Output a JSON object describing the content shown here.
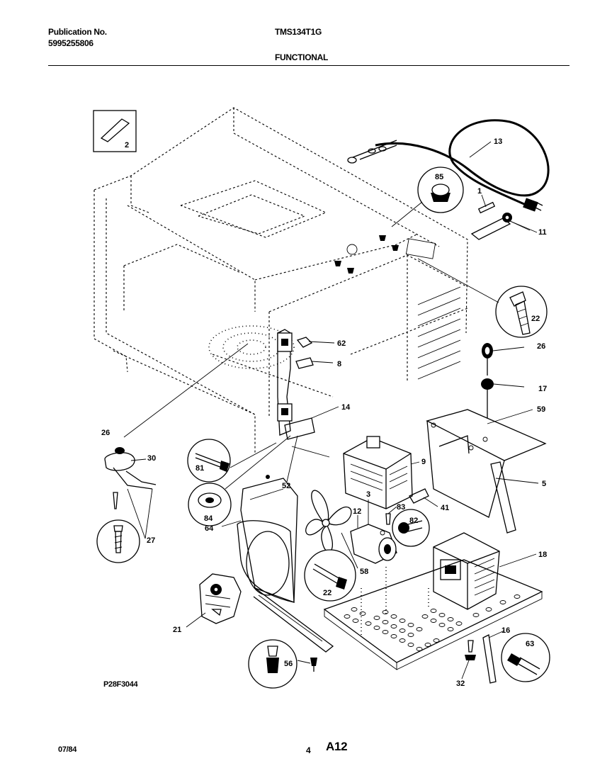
{
  "header": {
    "publication_label": "Publication No.",
    "publication_number": "5995255806",
    "model_number": "TMS134T1G",
    "section_title": "FUNCTIONAL"
  },
  "diagram": {
    "drawing_code": "P28F3044",
    "inset_label": "2",
    "callouts": {
      "c13": "13",
      "c1": "1",
      "c11": "11",
      "c85": "85",
      "c22a": "22",
      "c26a": "26",
      "c17": "17",
      "c59": "59",
      "c5": "5",
      "c9": "9",
      "c41": "41",
      "c18": "18",
      "c62": "62",
      "c8": "8",
      "c14": "14",
      "c52": "52",
      "c81": "81",
      "c84": "84",
      "c26b": "26",
      "c30": "30",
      "c27": "27",
      "c64": "64",
      "c21": "21",
      "c12": "12",
      "c3": "3",
      "c83": "83",
      "c82": "82",
      "c58": "58",
      "c22b": "22",
      "c56": "56",
      "c16": "16",
      "c63": "63",
      "c32": "32"
    }
  },
  "footer": {
    "date": "07/84",
    "page": "4",
    "ref": "A12"
  }
}
